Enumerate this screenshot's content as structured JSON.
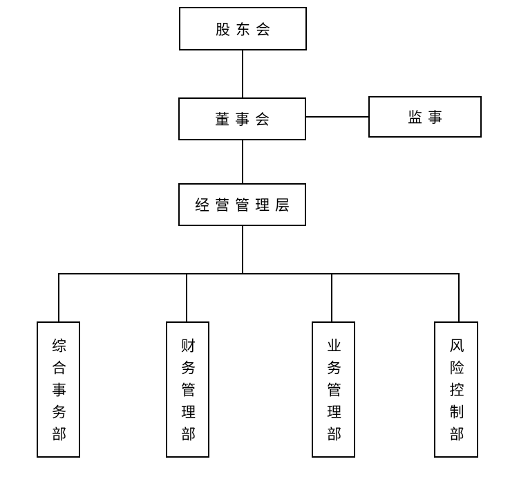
{
  "diagram": {
    "title": "organization-chart",
    "background_color": "#ffffff",
    "line_color": "#000000",
    "box_border_color": "#000000",
    "text_color": "#000000",
    "nodes": {
      "shareholders": {
        "label": "股东会"
      },
      "board": {
        "label": "董事会"
      },
      "supervisor": {
        "label": "监事"
      },
      "management": {
        "label": "经营管理层"
      },
      "dept_general": {
        "label": "综合事务部"
      },
      "dept_finance": {
        "label": "财务管理部"
      },
      "dept_business": {
        "label": "业务管理部"
      },
      "dept_risk": {
        "label": "风险控制部"
      }
    },
    "edges": [
      {
        "from": "shareholders",
        "to": "board"
      },
      {
        "from": "board",
        "to": "supervisor"
      },
      {
        "from": "board",
        "to": "management"
      },
      {
        "from": "management",
        "to": "dept_general"
      },
      {
        "from": "management",
        "to": "dept_finance"
      },
      {
        "from": "management",
        "to": "dept_business"
      },
      {
        "from": "management",
        "to": "dept_risk"
      }
    ]
  }
}
